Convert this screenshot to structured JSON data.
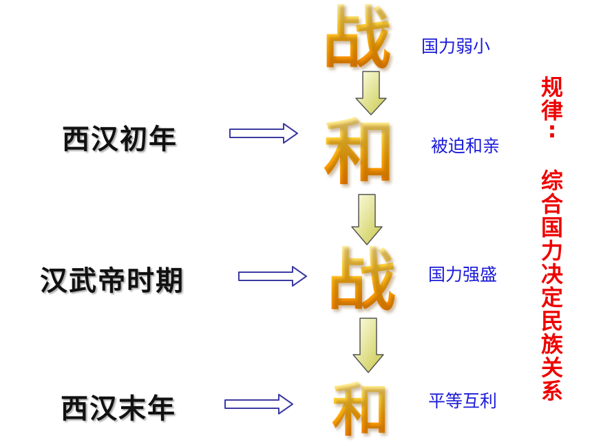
{
  "periods": {
    "early": "西汉初年",
    "wudi": "汉武帝时期",
    "late": "西汉末年"
  },
  "stages": {
    "s1": "战",
    "s2": "和",
    "s3": "战",
    "s4": "和"
  },
  "descriptions": {
    "d1": "国力弱小",
    "d2": "被迫和亲",
    "d3": "国力强盛",
    "d4": "平等互利"
  },
  "rule": {
    "label": "规律",
    "colon": ":",
    "text": "综合国力决定民族关系"
  },
  "colors": {
    "stage_gradient_top": "#fff3a8",
    "stage_gradient_bottom": "#f57c00",
    "description": "#1a1ad8",
    "rule": "#ee0000",
    "down_arrow_top": "#ffffe8",
    "down_arrow_bottom": "#c8c84a",
    "right_arrow_outline": "#3a3aa0"
  }
}
